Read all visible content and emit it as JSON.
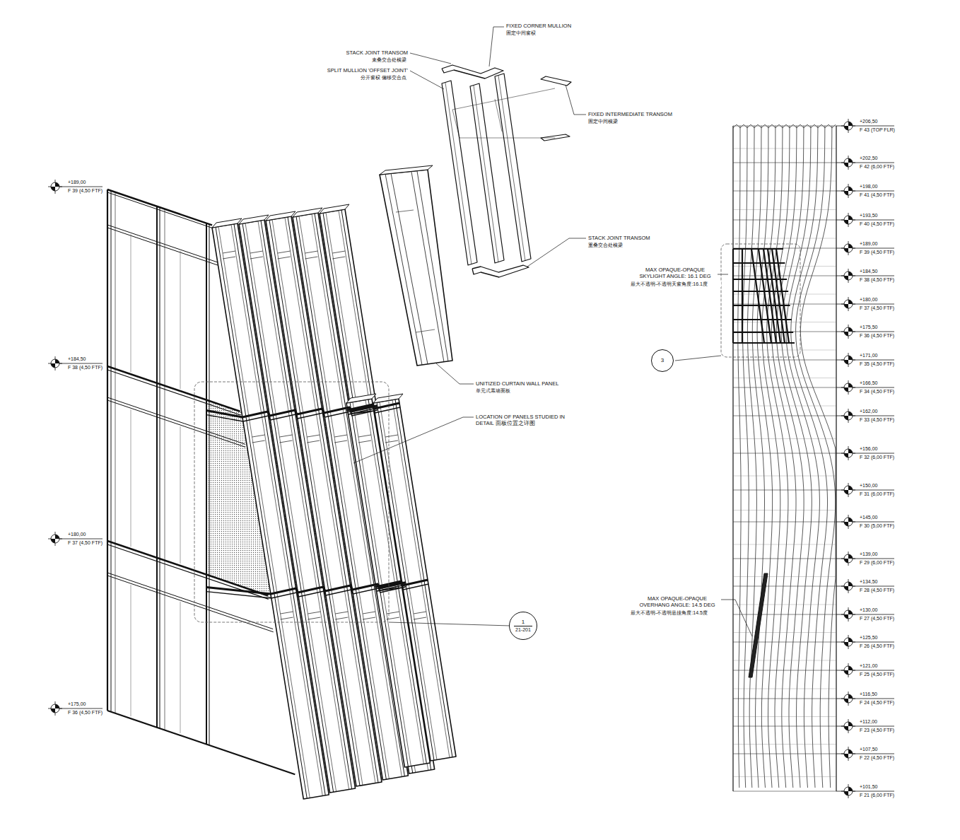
{
  "diagram": {
    "nodes": [
      {
        "text": [
          "1",
          "21-201"
        ]
      },
      {
        "text": [
          "3"
        ]
      }
    ],
    "labels": [
      "FIXED CORNER MULLION",
      "固定中间窗棂",
      "STACK JOINT TRANSOM",
      "束叠交合处横梁",
      "SPLIT MULLION 'OFFSET JOINT'",
      "分开窗棂 偏移交合点",
      "FIXED INTERMEDIATE TRANSOM",
      "固定中间横梁",
      "STACK JOINT TRANSOM",
      "重叠交合处横梁",
      "UNITIZED CURTAIN WALL PANEL",
      "单元式幕墙面板",
      "LOCATION OF PANELS STUDIED IN DETAIL 面板位置之详图",
      "+189,00",
      "F 39 (4,50 FTF)",
      "+184,50",
      "F 38 (4,50 FTF)",
      "+180,00",
      "F 37 (4,50 FTF)",
      "+175,00",
      "F 36 (4,50 FTF)",
      "+206,50",
      "F 43 (TOP FLR)",
      "+202,50",
      "F 42 (6,00 FTF)",
      "+198,00",
      "F 41 (4,50 FTF)",
      "+193,50",
      "F 40 (4,50 FTF)",
      "+189,00",
      "F 39 (4,50 FTF)",
      "+184,50",
      "F 38 (4,50 FTF)",
      "+180,00",
      "F 37 (4,50 FTF)",
      "+175,50",
      "F 36 (4,50 FTF)",
      "+171,00",
      "F 35 (4,50 FTF)",
      "+166,50",
      "F 34 (4,50 FTF)",
      "+162,00",
      "F 33 (4,50 FTF)",
      "+156,00",
      "F 32 (6,00 FTF)",
      "+150,00",
      "F 31 (6,00 FTF)",
      "+145,00",
      "F 30 (5,00 FTF)",
      "+139,00",
      "F 29 (6,00 FTF)",
      "+134,50",
      "F 28 (4,50 FTF)",
      "+130,00",
      "F 27 (4,50 FTF)",
      "+125,50",
      "F 26 (4,50 FTF)",
      "+121,00",
      "F 25 (4,50 FTF)",
      "+116,50",
      "F 24 (4,50 FTF)",
      "+112,00",
      "F 23 (4,50 FTF)",
      "+107,50",
      "F 22 (4,50 FTF)",
      "+101,50",
      "F 21 (6,00 FTF)",
      "MAX OPAQUE-OPAQUE SKYLIGHT ANGLE: 16.1 DEG",
      "最大不透明-不透明天窗角度:16.1度",
      "MAX OPAQUE-OPAQUE OVERHANG ANGLE: 14.5 DEG",
      "最大不透明-不透明悬挂角度:14.5度"
    ]
  }
}
